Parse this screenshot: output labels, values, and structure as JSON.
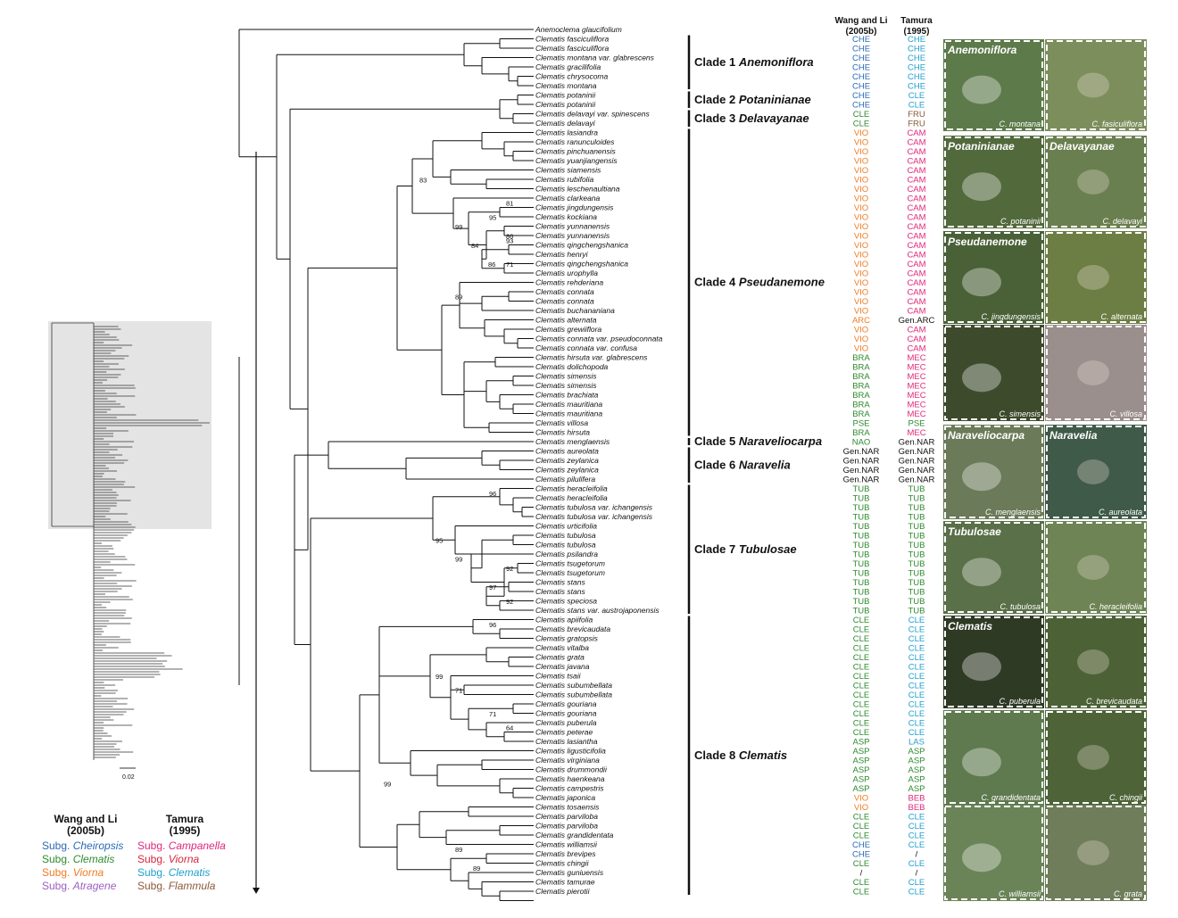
{
  "headers": {
    "wang_li": "Wang and Li",
    "wang_li_year": "(2005b)",
    "tamura": "Tamura",
    "tamura_year": "(1995)"
  },
  "scale_bar": "0.02",
  "colors": {
    "CHE": "#2a6ab4",
    "CLE_w": "#2e8b2e",
    "VIO": "#f07c23",
    "ARC": "#f07c23",
    "BRA": "#2e8b2e",
    "PSE": "#2e8b2e",
    "NAO": "#2e8b2e",
    "TUB": "#2e8b2e",
    "ASP": "#2e8b2e",
    "CLE_t": "#1f9fce",
    "FRU": "#8b5a3c",
    "CAM": "#e0287a",
    "MEC": "#e0287a",
    "LAS": "#1f9fce",
    "BEB": "#e0287a",
    "black": "#111111"
  },
  "taxa": [
    {
      "name": "Anemoclema glaucifolium",
      "w": "",
      "t": ""
    },
    {
      "name": "Clematis fasciculiflora",
      "w": "CHE",
      "t": "CHE"
    },
    {
      "name": "Clematis fasciculiflora",
      "w": "CHE",
      "t": "CHE"
    },
    {
      "name": "Clematis montana var. glabrescens",
      "w": "CHE",
      "t": "CHE"
    },
    {
      "name": "Clematis gracilifolia",
      "w": "CHE",
      "t": "CHE"
    },
    {
      "name": "Clematis chrysocoma",
      "w": "CHE",
      "t": "CHE"
    },
    {
      "name": "Clematis montana",
      "w": "CHE",
      "t": "CHE"
    },
    {
      "name": "Clematis potaninii",
      "w": "CHE",
      "t": "CLE"
    },
    {
      "name": "Clematis potaninii",
      "w": "CHE",
      "t": "CLE"
    },
    {
      "name": "Clematis delavayi var. spinescens",
      "w": "CLE",
      "t": "FRU"
    },
    {
      "name": "Clematis delavayi",
      "w": "CLE",
      "t": "FRU"
    },
    {
      "name": "Clematis lasiandra",
      "w": "VIO",
      "t": "CAM"
    },
    {
      "name": "Clematis ranunculoides",
      "w": "VIO",
      "t": "CAM"
    },
    {
      "name": "Clematis pinchuanensis",
      "w": "VIO",
      "t": "CAM"
    },
    {
      "name": "Clematis yuanjiangensis",
      "w": "VIO",
      "t": "CAM"
    },
    {
      "name": "Clematis siamensis",
      "w": "VIO",
      "t": "CAM"
    },
    {
      "name": "Clematis rubifolia",
      "w": "VIO",
      "t": "CAM"
    },
    {
      "name": "Clematis leschenaultiana",
      "w": "VIO",
      "t": "CAM"
    },
    {
      "name": "Clematis clarkeana",
      "w": "VIO",
      "t": "CAM"
    },
    {
      "name": "Clematis jingdungensis",
      "w": "VIO",
      "t": "CAM"
    },
    {
      "name": "Clematis kockiana",
      "w": "VIO",
      "t": "CAM"
    },
    {
      "name": "Clematis yunnanensis",
      "w": "VIO",
      "t": "CAM"
    },
    {
      "name": "Clematis yunnanensis",
      "w": "VIO",
      "t": "CAM"
    },
    {
      "name": "Clematis qingchengshanica",
      "w": "VIO",
      "t": "CAM"
    },
    {
      "name": "Clematis henryi",
      "w": "VIO",
      "t": "CAM"
    },
    {
      "name": "Clematis qingchengshanica",
      "w": "VIO",
      "t": "CAM"
    },
    {
      "name": "Clematis urophylla",
      "w": "VIO",
      "t": "CAM"
    },
    {
      "name": "Clematis rehderiana",
      "w": "VIO",
      "t": "CAM"
    },
    {
      "name": "Clematis connata",
      "w": "VIO",
      "t": "CAM"
    },
    {
      "name": "Clematis connata",
      "w": "VIO",
      "t": "CAM"
    },
    {
      "name": "Clematis buchananiana",
      "w": "VIO",
      "t": "CAM"
    },
    {
      "name": "Clematis alternata",
      "w": "ARC",
      "t": "Gen.ARC"
    },
    {
      "name": "Clematis grewiiflora",
      "w": "VIO",
      "t": "CAM"
    },
    {
      "name": "Clematis connata var. pseudoconnata",
      "w": "VIO",
      "t": "CAM"
    },
    {
      "name": "Clematis connata var. confusa",
      "w": "VIO",
      "t": "CAM"
    },
    {
      "name": "Clematis hirsuta var. glabrescens",
      "w": "BRA",
      "t": "MEC"
    },
    {
      "name": "Clematis dolichopoda",
      "w": "BRA",
      "t": "MEC"
    },
    {
      "name": "Clematis simensis",
      "w": "BRA",
      "t": "MEC"
    },
    {
      "name": "Clematis simensis",
      "w": "BRA",
      "t": "MEC"
    },
    {
      "name": "Clematis brachiata",
      "w": "BRA",
      "t": "MEC"
    },
    {
      "name": "Clematis mauritiana",
      "w": "BRA",
      "t": "MEC"
    },
    {
      "name": "Clematis mauritiana",
      "w": "BRA",
      "t": "MEC"
    },
    {
      "name": "Clematis villosa",
      "w": "PSE",
      "t": "PSE"
    },
    {
      "name": "Clematis hirsuta",
      "w": "BRA",
      "t": "MEC"
    },
    {
      "name": "Clematis menglaensis",
      "w": "NAO",
      "t": "Gen.NAR"
    },
    {
      "name": "Clematis aureolata",
      "w": "Gen.NAR",
      "t": "Gen.NAR"
    },
    {
      "name": "Clematis zeylanica",
      "w": "Gen.NAR",
      "t": "Gen.NAR"
    },
    {
      "name": "Clematis zeylanica",
      "w": "Gen.NAR",
      "t": "Gen.NAR"
    },
    {
      "name": "Clematis pilulifera",
      "w": "Gen.NAR",
      "t": "Gen.NAR"
    },
    {
      "name": "Clematis heracleifolia",
      "w": "TUB",
      "t": "TUB"
    },
    {
      "name": "Clematis heracleifolia",
      "w": "TUB",
      "t": "TUB"
    },
    {
      "name": "Clematis tubulosa var. ichangensis",
      "w": "TUB",
      "t": "TUB"
    },
    {
      "name": "Clematis tubulosa var. ichangensis",
      "w": "TUB",
      "t": "TUB"
    },
    {
      "name": "Clematis urticifolia",
      "w": "TUB",
      "t": "TUB"
    },
    {
      "name": "Clematis tubulosa",
      "w": "TUB",
      "t": "TUB"
    },
    {
      "name": "Clematis tubulosa",
      "w": "TUB",
      "t": "TUB"
    },
    {
      "name": "Clematis psilandra",
      "w": "TUB",
      "t": "TUB"
    },
    {
      "name": "Clematis tsugetorum",
      "w": "TUB",
      "t": "TUB"
    },
    {
      "name": "Clematis tsugetorum",
      "w": "TUB",
      "t": "TUB"
    },
    {
      "name": "Clematis stans",
      "w": "TUB",
      "t": "TUB"
    },
    {
      "name": "Clematis stans",
      "w": "TUB",
      "t": "TUB"
    },
    {
      "name": "Clematis speciosa",
      "w": "TUB",
      "t": "TUB"
    },
    {
      "name": "Clematis stans var. austrojaponensis",
      "w": "TUB",
      "t": "TUB"
    },
    {
      "name": "Clematis apiifolia",
      "w": "CLE",
      "t": "CLE"
    },
    {
      "name": "Clematis brevicaudata",
      "w": "CLE",
      "t": "CLE"
    },
    {
      "name": "Clematis gratopsis",
      "w": "CLE",
      "t": "CLE"
    },
    {
      "name": "Clematis vitalba",
      "w": "CLE",
      "t": "CLE"
    },
    {
      "name": "Clematis grata",
      "w": "CLE",
      "t": "CLE"
    },
    {
      "name": "Clematis javana",
      "w": "CLE",
      "t": "CLE"
    },
    {
      "name": "Clematis tsaii",
      "w": "CLE",
      "t": "CLE"
    },
    {
      "name": "Clematis subumbellata",
      "w": "CLE",
      "t": "CLE"
    },
    {
      "name": "Clematis subumbellata",
      "w": "CLE",
      "t": "CLE"
    },
    {
      "name": "Clematis gouriana",
      "w": "CLE",
      "t": "CLE"
    },
    {
      "name": "Clematis gouriana",
      "w": "CLE",
      "t": "CLE"
    },
    {
      "name": "Clematis puberula",
      "w": "CLE",
      "t": "CLE"
    },
    {
      "name": "Clematis peterae",
      "w": "CLE",
      "t": "CLE"
    },
    {
      "name": "Clematis lasiantha",
      "w": "ASP",
      "t": "LAS"
    },
    {
      "name": "Clematis ligusticifolia",
      "w": "ASP",
      "t": "ASP"
    },
    {
      "name": "Clematis virginiana",
      "w": "ASP",
      "t": "ASP"
    },
    {
      "name": "Clematis drummondii",
      "w": "ASP",
      "t": "ASP"
    },
    {
      "name": "Clematis haenkeana",
      "w": "ASP",
      "t": "ASP"
    },
    {
      "name": "Clematis campestris",
      "w": "ASP",
      "t": "ASP"
    },
    {
      "name": "Clematis japonica",
      "w": "VIO",
      "t": "BEB"
    },
    {
      "name": "Clematis tosaensis",
      "w": "VIO",
      "t": "BEB"
    },
    {
      "name": "Clematis parviloba",
      "w": "CLE",
      "t": "CLE"
    },
    {
      "name": "Clematis parviloba",
      "w": "CLE",
      "t": "CLE"
    },
    {
      "name": "Clematis grandidentata",
      "w": "CLE",
      "t": "CLE"
    },
    {
      "name": "Clematis williamsii",
      "w": "CHE",
      "t": "CLE"
    },
    {
      "name": "Clematis brevipes",
      "w": "CHE",
      "t": "/"
    },
    {
      "name": "Clematis chingii",
      "w": "CLE",
      "t": "CLE"
    },
    {
      "name": "Clematis guniuensis",
      "w": "/",
      "t": "/"
    },
    {
      "name": "Clematis tamurae",
      "w": "CLE",
      "t": "CLE"
    },
    {
      "name": "Clematis pierotii",
      "w": "CLE",
      "t": "CLE"
    }
  ],
  "clades": [
    {
      "label": "Clade 1 ",
      "italic": "Anemoniflora",
      "from": 1,
      "to": 6
    },
    {
      "label": "Clade 2 ",
      "italic": "Potaninianae",
      "from": 7,
      "to": 8
    },
    {
      "label": "Clade 3 ",
      "italic": "Delavayanae",
      "from": 9,
      "to": 10
    },
    {
      "label": "Clade 4 ",
      "italic": "Pseudanemone",
      "from": 11,
      "to": 43
    },
    {
      "label": "Clade 5 ",
      "italic": "Naraveliocarpa",
      "from": 44,
      "to": 44
    },
    {
      "label": "Clade 6 ",
      "italic": "Naravelia",
      "from": 45,
      "to": 48
    },
    {
      "label": "Clade 7 ",
      "italic": "Tubulosae",
      "from": 49,
      "to": 62
    },
    {
      "label": "Clade 8 ",
      "italic": "Clematis",
      "from": 63,
      "to": 92
    }
  ],
  "bootstrap": [
    "83",
    "99",
    "81",
    "95",
    "86",
    "84",
    "93",
    "86",
    "71",
    "89",
    "96",
    "95",
    "99",
    "92",
    "97",
    "92",
    "96",
    "99",
    "71",
    "71",
    "64",
    "99",
    "89",
    "89"
  ],
  "photos": [
    {
      "title": "Anemoniflora",
      "left_caption": "C. montana",
      "right_caption": "C. fasiculiflora"
    },
    {
      "title": "Potaninianae",
      "title2": "Delavayanae",
      "left_caption": "C. potaninii",
      "right_caption": "C. delavayi"
    },
    {
      "title": "Pseudanemone",
      "left_caption": "C. jingdungensis",
      "right_caption": "C. alternata"
    },
    {
      "title": "",
      "left_caption": "C. simensis",
      "right_caption": "C. villosa"
    },
    {
      "title": "Naraveliocarpa",
      "title2": "Naravelia",
      "left_caption": "C. menglaensis",
      "right_caption": "C. aureolata"
    },
    {
      "title": "Tubulosae",
      "left_caption": "C. tubulosa",
      "right_caption": "C. heracleifolia"
    },
    {
      "title": "Clematis",
      "left_caption": "C. puberula",
      "right_caption": "C. brevicaudata"
    },
    {
      "title": "",
      "left_caption": "C. grandidentata",
      "right_caption": "C. chingii"
    },
    {
      "title": "",
      "left_caption": "C. williamsii",
      "right_caption": "C. grata"
    }
  ],
  "legend": {
    "wang_header": "Wang and Li",
    "wang_year": "(2005b)",
    "tamura_header": "Tamura",
    "tamura_year": "(1995)",
    "prefix": "Subg. ",
    "wang": [
      {
        "name": "Cheiropsis",
        "color": "#2a6ab4"
      },
      {
        "name": "Clematis",
        "color": "#2e8b2e"
      },
      {
        "name": "Viorna",
        "color": "#f07c23"
      },
      {
        "name": "Atragene",
        "color": "#9b5fc0"
      }
    ],
    "tamura": [
      {
        "name": "Campanella",
        "color": "#e0287a"
      },
      {
        "name": "Viorna",
        "color": "#d7263d"
      },
      {
        "name": "Clematis",
        "color": "#1f9fce"
      },
      {
        "name": "Flammula",
        "color": "#8b5a3c"
      }
    ]
  }
}
